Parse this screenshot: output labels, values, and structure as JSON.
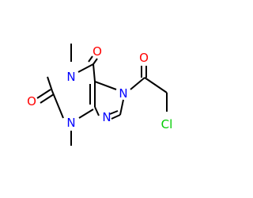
{
  "atoms": {
    "n1": {
      "label": "N",
      "color": "#0000FF"
    },
    "n3": {
      "label": "N",
      "color": "#0000FF"
    },
    "n7": {
      "label": "N",
      "color": "#0000FF"
    },
    "n9": {
      "label": "N",
      "color": "#0000FF"
    },
    "o2": {
      "label": "O",
      "color": "#FF0000"
    },
    "o6": {
      "label": "O",
      "color": "#FF0000"
    },
    "o_acyl": {
      "label": "O",
      "color": "#FF0000"
    },
    "cl": {
      "label": "Cl",
      "color": "#00CC00"
    }
  },
  "bond_color": "#000000"
}
